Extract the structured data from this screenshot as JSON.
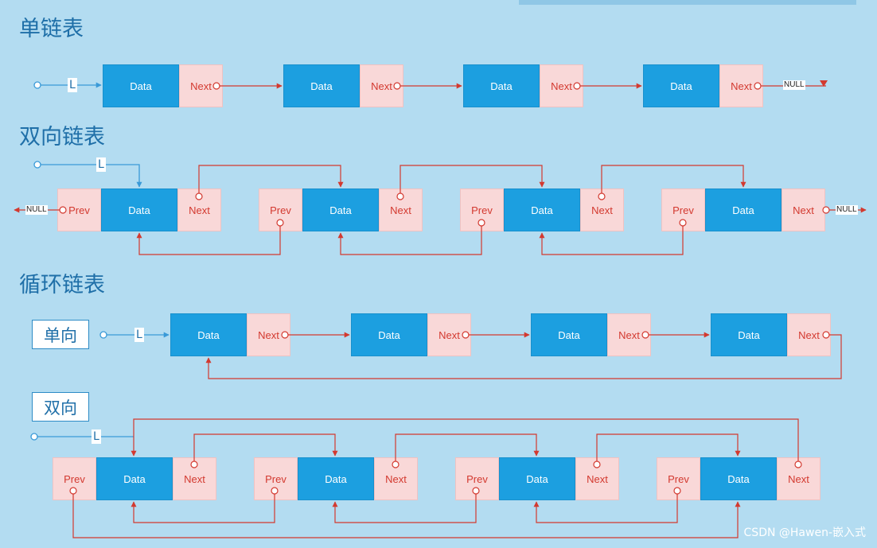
{
  "sections": {
    "singly": "单链表",
    "doubly": "双向链表",
    "circular": "循环链表"
  },
  "tags": {
    "one_way": "单向",
    "two_way": "双向"
  },
  "labels": {
    "data": "Data",
    "next": "Next",
    "prev": "Prev",
    "head": "L",
    "null": "NULL"
  },
  "watermark": "CSDN @Hawen-嵌入式",
  "colors": {
    "background": "#b3dcf1",
    "data_cell": "#1c9fe0",
    "pointer_cell": "#f9d8d8",
    "pointer_text": "#d3392f",
    "arrow": "#d3392f",
    "head_line": "#3a9ad8",
    "title": "#1f6fa8"
  }
}
